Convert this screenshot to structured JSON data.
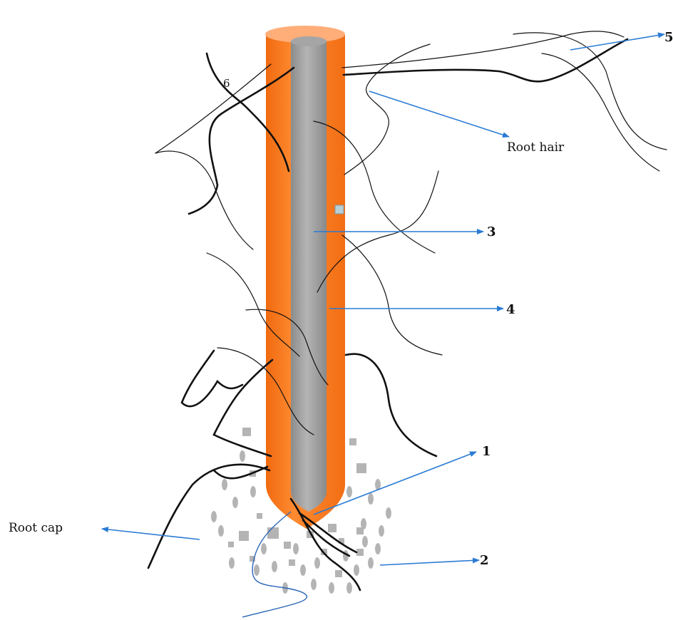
{
  "labels": {
    "root_hair": "Root hair",
    "root_cap": "Root cap",
    "n1": "1",
    "n2": "2",
    "n3": "3",
    "n4": "4",
    "n5": "5",
    "n6": "6"
  },
  "colors": {
    "cortex": "#ff7a1f",
    "cortex_top": "#ffb07a",
    "stele": "#9e9e9e",
    "arrow": "#2a7bd4",
    "hair": "#111111",
    "particles": "#a8a8a8"
  }
}
